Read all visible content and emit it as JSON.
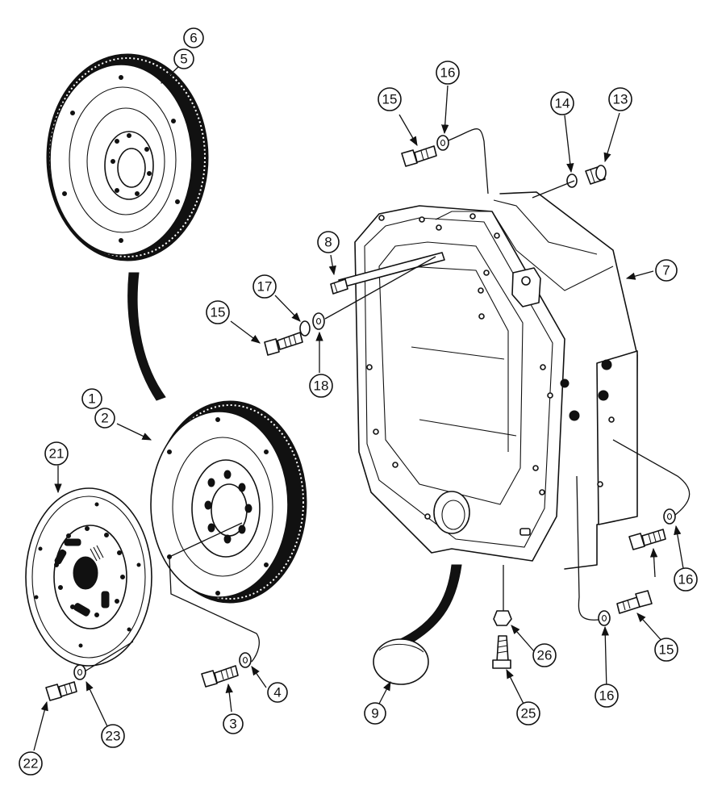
{
  "callouts": [
    "1",
    "2",
    "3",
    "4",
    "5",
    "6",
    "7",
    "8",
    "9",
    "13",
    "14",
    "15",
    "16",
    "17",
    "18",
    "21",
    "22",
    "23",
    "25",
    "26"
  ]
}
